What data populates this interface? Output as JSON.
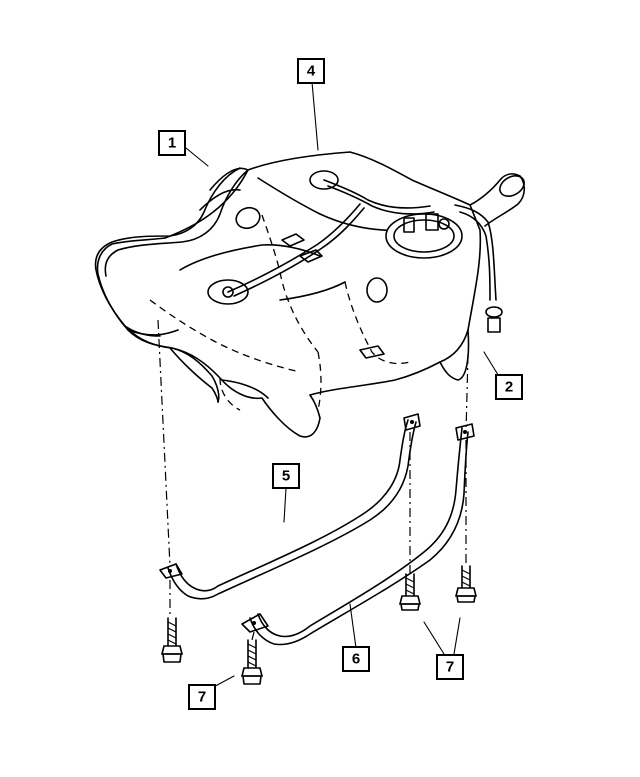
{
  "callouts": {
    "c1": "1",
    "c2": "2",
    "c4": "4",
    "c5": "5",
    "c6": "6",
    "c7a": "7",
    "c7b": "7"
  },
  "colors": {
    "line": "#000000",
    "background": "#ffffff"
  }
}
